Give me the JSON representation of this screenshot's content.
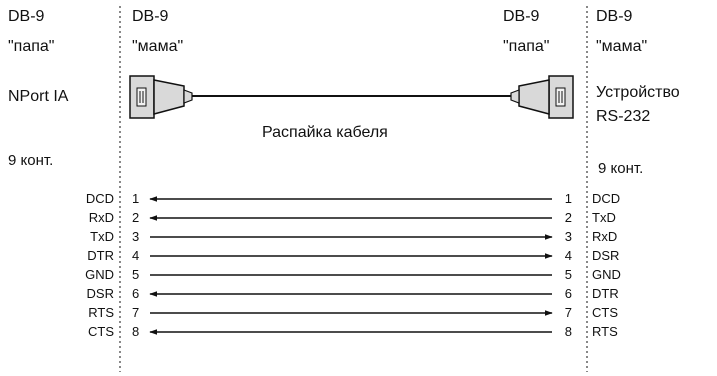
{
  "headers": {
    "left_outer": {
      "type": "DB-9",
      "gender": "\"папа\""
    },
    "left_inner": {
      "type": "DB-9",
      "gender": "\"мама\""
    },
    "right_inner": {
      "type": "DB-9",
      "gender": "\"папа\""
    },
    "right_outer": {
      "type": "DB-9",
      "gender": "\"мама\""
    }
  },
  "left_device": "NPort IA",
  "right_device": {
    "line1": "Устройство",
    "line2": "RS-232"
  },
  "cable_label": "Распайка кабеля",
  "left_pins_label": "9 конт.",
  "right_pins_label": "9 конт.",
  "wiring": [
    {
      "left_signal": "DCD",
      "left_pin": "1",
      "right_pin": "1",
      "right_signal": "DCD",
      "direction": "right-to-left"
    },
    {
      "left_signal": "RxD",
      "left_pin": "2",
      "right_pin": "2",
      "right_signal": "TxD",
      "direction": "right-to-left"
    },
    {
      "left_signal": "TxD",
      "left_pin": "3",
      "right_pin": "3",
      "right_signal": "RxD",
      "direction": "left-to-right"
    },
    {
      "left_signal": "DTR",
      "left_pin": "4",
      "right_pin": "4",
      "right_signal": "DSR",
      "direction": "left-to-right"
    },
    {
      "left_signal": "GND",
      "left_pin": "5",
      "right_pin": "5",
      "right_signal": "GND",
      "direction": "none"
    },
    {
      "left_signal": "DSR",
      "left_pin": "6",
      "right_pin": "6",
      "right_signal": "DTR",
      "direction": "right-to-left"
    },
    {
      "left_signal": "RTS",
      "left_pin": "7",
      "right_pin": "7",
      "right_signal": "CTS",
      "direction": "left-to-right"
    },
    {
      "left_signal": "CTS",
      "left_pin": "8",
      "right_pin": "8",
      "right_signal": "RTS",
      "direction": "right-to-left"
    }
  ],
  "colors": {
    "ink": "#111111",
    "connector_fill": "#d9d9d9"
  }
}
